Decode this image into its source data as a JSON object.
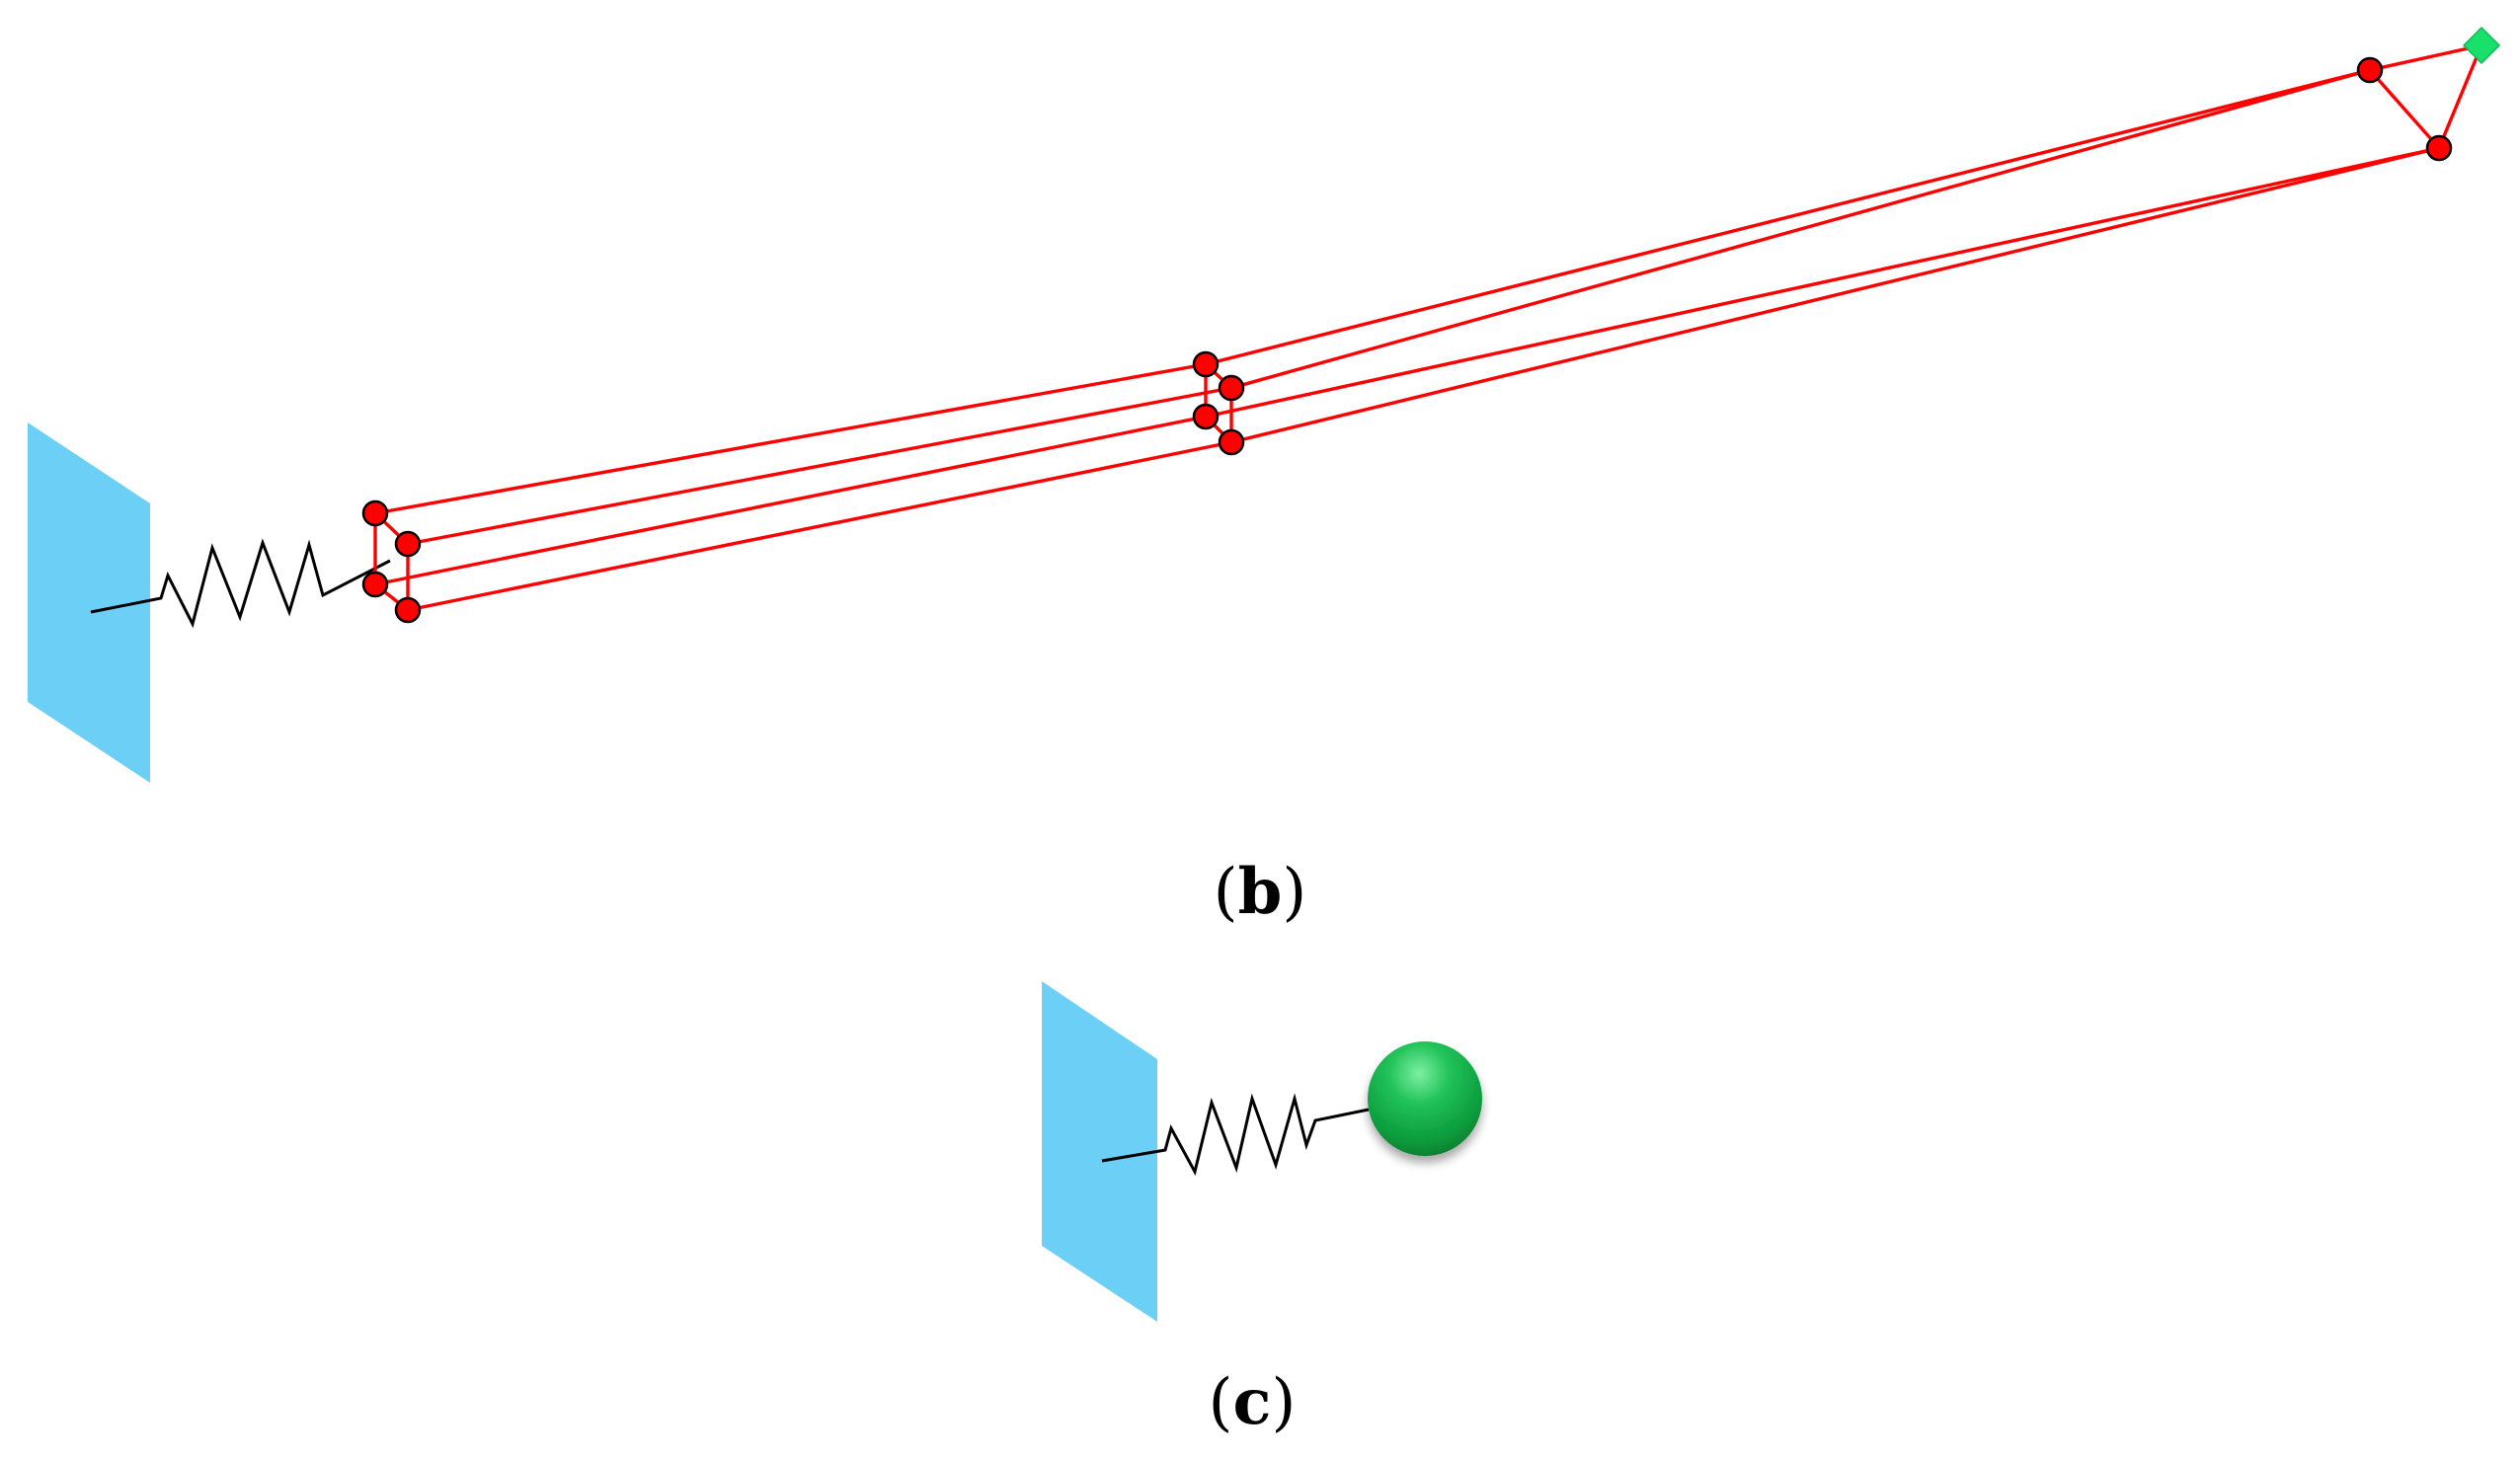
{
  "panels": [
    {
      "id": "b",
      "label": "b"
    },
    {
      "id": "c",
      "label": "c"
    }
  ],
  "colors": {
    "wall": "#6bcff6",
    "truss": "#ff0000",
    "node_fill": "#ff0000",
    "node_stroke": "#000000",
    "tip_marker": "#19e06a",
    "mass_ball": "#0fa640",
    "spring": "#000000"
  }
}
